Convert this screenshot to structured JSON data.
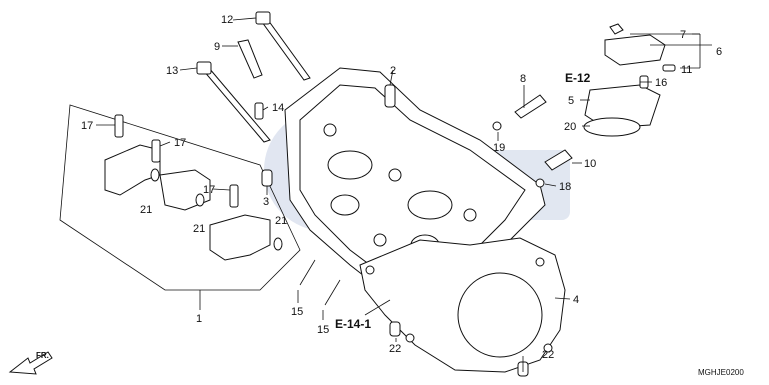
{
  "callouts": {
    "c1": "1",
    "c2": "2",
    "c3": "3",
    "c4": "4",
    "c5": "5",
    "c6": "6",
    "c7": "7",
    "c8": "8",
    "c9": "9",
    "c10": "10",
    "c11": "11",
    "c12": "12",
    "c13": "13",
    "c14": "14",
    "c15a": "15",
    "c15b": "15",
    "c16": "16",
    "c17a": "17",
    "c17b": "17",
    "c17c": "17",
    "c18": "18",
    "c19": "19",
    "c20": "20",
    "c21a": "21",
    "c21b": "21",
    "c21c": "21",
    "c22a": "22",
    "c22b": "22"
  },
  "refs": {
    "e12": "E-12",
    "e141": "E-14-1"
  },
  "front_label": "FR.",
  "diagram_code": "MGHJE0200",
  "colors": {
    "line": "#111111",
    "watermark": "#c9d3e6",
    "background": "#ffffff"
  }
}
